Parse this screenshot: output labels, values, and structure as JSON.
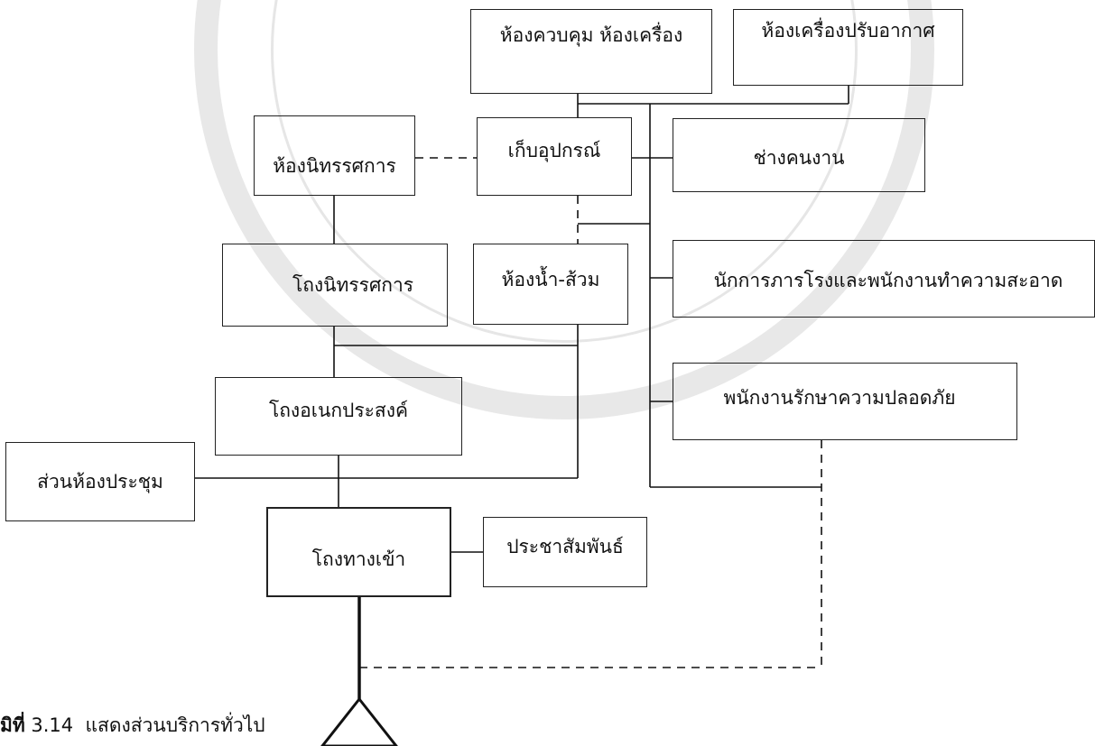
{
  "nodes": {
    "control_room": "ห้องควบคุม ห้องเครื่อง",
    "ac_room": "ห้องเครื่องปรับอากาศ",
    "exhibition_room": "ห้องนิทรรศการ",
    "equipment_storage": "เก็บอุปกรณ์",
    "technician": "ช่างคนงาน",
    "exhibition_hall": "โถงนิทรรศการ",
    "restroom": "ห้องน้ำ-ส้วม",
    "janitor_staff": "นักการภารโรงและพนักงานทำความสะอาด",
    "multipurpose_hall": "โถงอเนกประสงค์",
    "security_staff": "พนักงานรักษาความปลอดภัย",
    "meeting_room": "ส่วนห้องประชุม",
    "entrance_hall": "โถงทางเข้า",
    "public_relations": "ประชาสัมพันธ์"
  },
  "caption": {
    "prefix": "มิที่",
    "number": "3.14",
    "text": "แสดงส่วนบริการทั่วไป"
  },
  "colors": {
    "line": "#111111",
    "watermark": "#d0d0d0"
  },
  "icons": {
    "entrance_symbol": "triangle-icon"
  }
}
